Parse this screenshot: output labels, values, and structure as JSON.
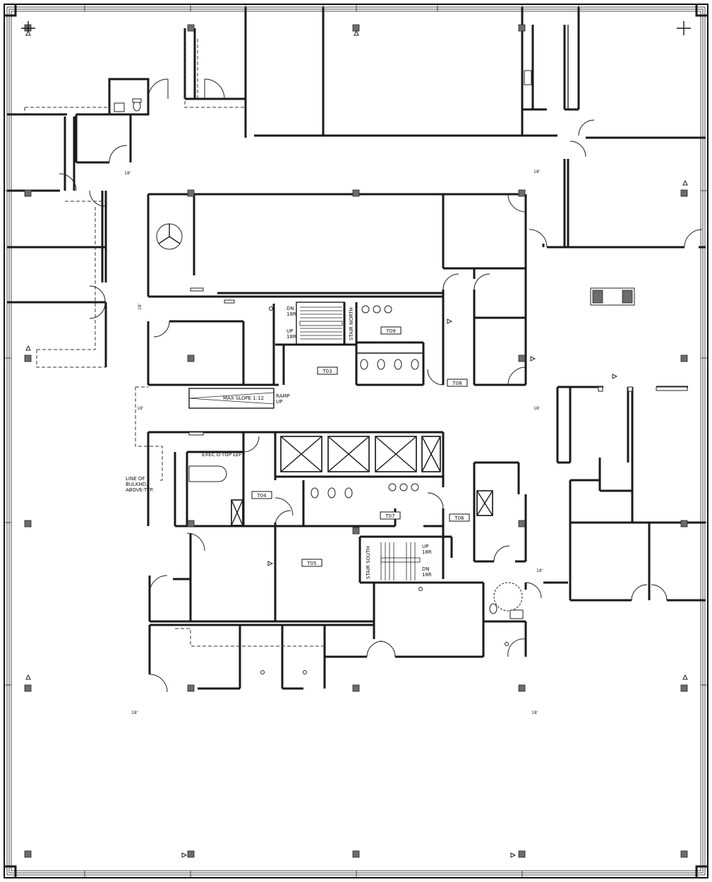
{
  "rooms": {
    "t03": "T03",
    "t04": "T04",
    "t05": "T05",
    "t06": "T06",
    "t07": "T07",
    "t08": "T08",
    "t09": "T09"
  },
  "stairs": {
    "north": {
      "name": "STAIR NORTH",
      "dn": [
        "DN",
        "18R"
      ],
      "up": [
        "UP",
        "18R"
      ]
    },
    "south": {
      "name": "STAIR SOUTH",
      "up": [
        "UP",
        "18R"
      ],
      "dn": [
        "DN",
        "18R"
      ]
    }
  },
  "ramp": {
    "slope": "MAX SLOPE 1:12",
    "direction": [
      "RAMP",
      "UP"
    ]
  },
  "notes": {
    "exec": "EXEC D-TOP LEFT",
    "bulkhead": [
      "LINE OF",
      "BULKHD.",
      "ABOVE-TYP."
    ]
  },
  "ceiling_heights": [
    "18'",
    "18'",
    "18'",
    "18'",
    "18'",
    "18'",
    "18'",
    "18'"
  ]
}
